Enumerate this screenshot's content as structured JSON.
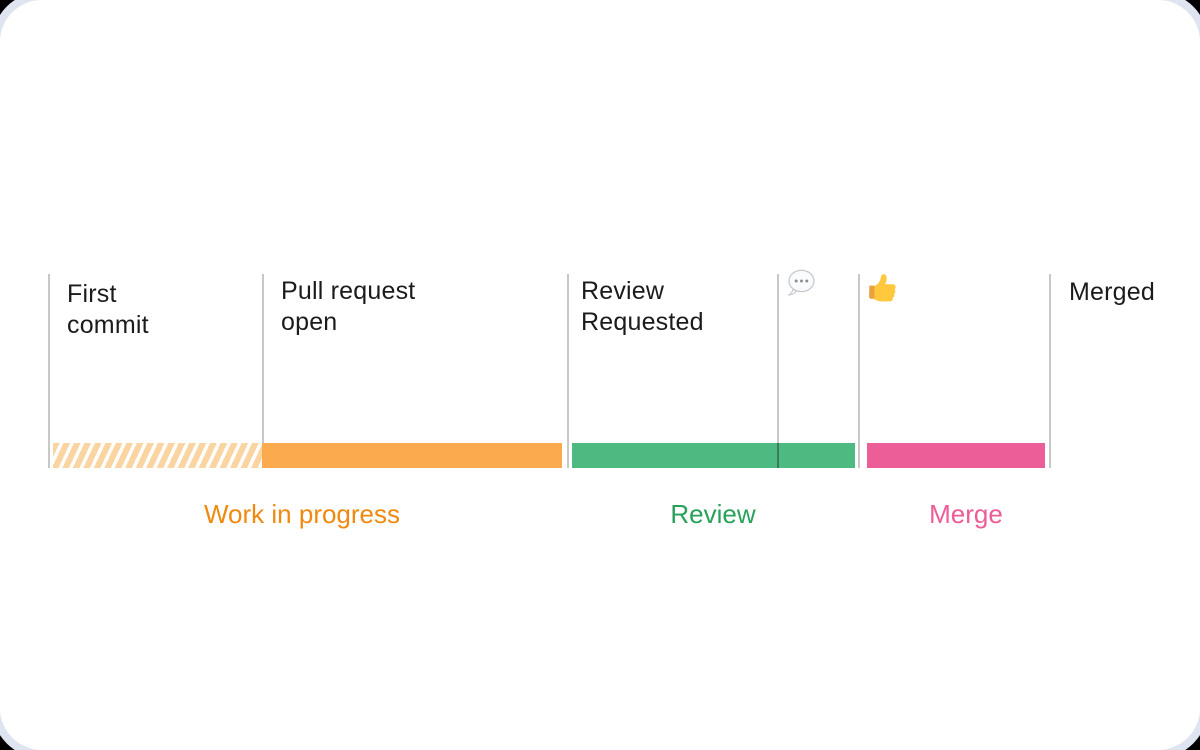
{
  "timeline": {
    "stages": [
      {
        "label": "First\ncommit"
      },
      {
        "label": "Pull request\nopen"
      },
      {
        "label": "Review\nRequested"
      },
      {
        "icon": "speech-balloon-icon",
        "emoji": "💬"
      },
      {
        "icon": "thumbs-up-icon",
        "emoji": "👍"
      },
      {
        "label": "Merged"
      }
    ],
    "phases": [
      {
        "label": "Work in progress",
        "color": "#f0890f"
      },
      {
        "label": "Review",
        "color": "#28a15b"
      },
      {
        "label": "Merge",
        "color": "#ee5c97"
      }
    ],
    "bars": {
      "wip_pending_stripe_color": "#fad5a2",
      "wip_color": "#fbaa4d",
      "review_color": "#4cba81",
      "merge_color": "#ec5e97"
    },
    "line_color": "#c6c8ca"
  }
}
